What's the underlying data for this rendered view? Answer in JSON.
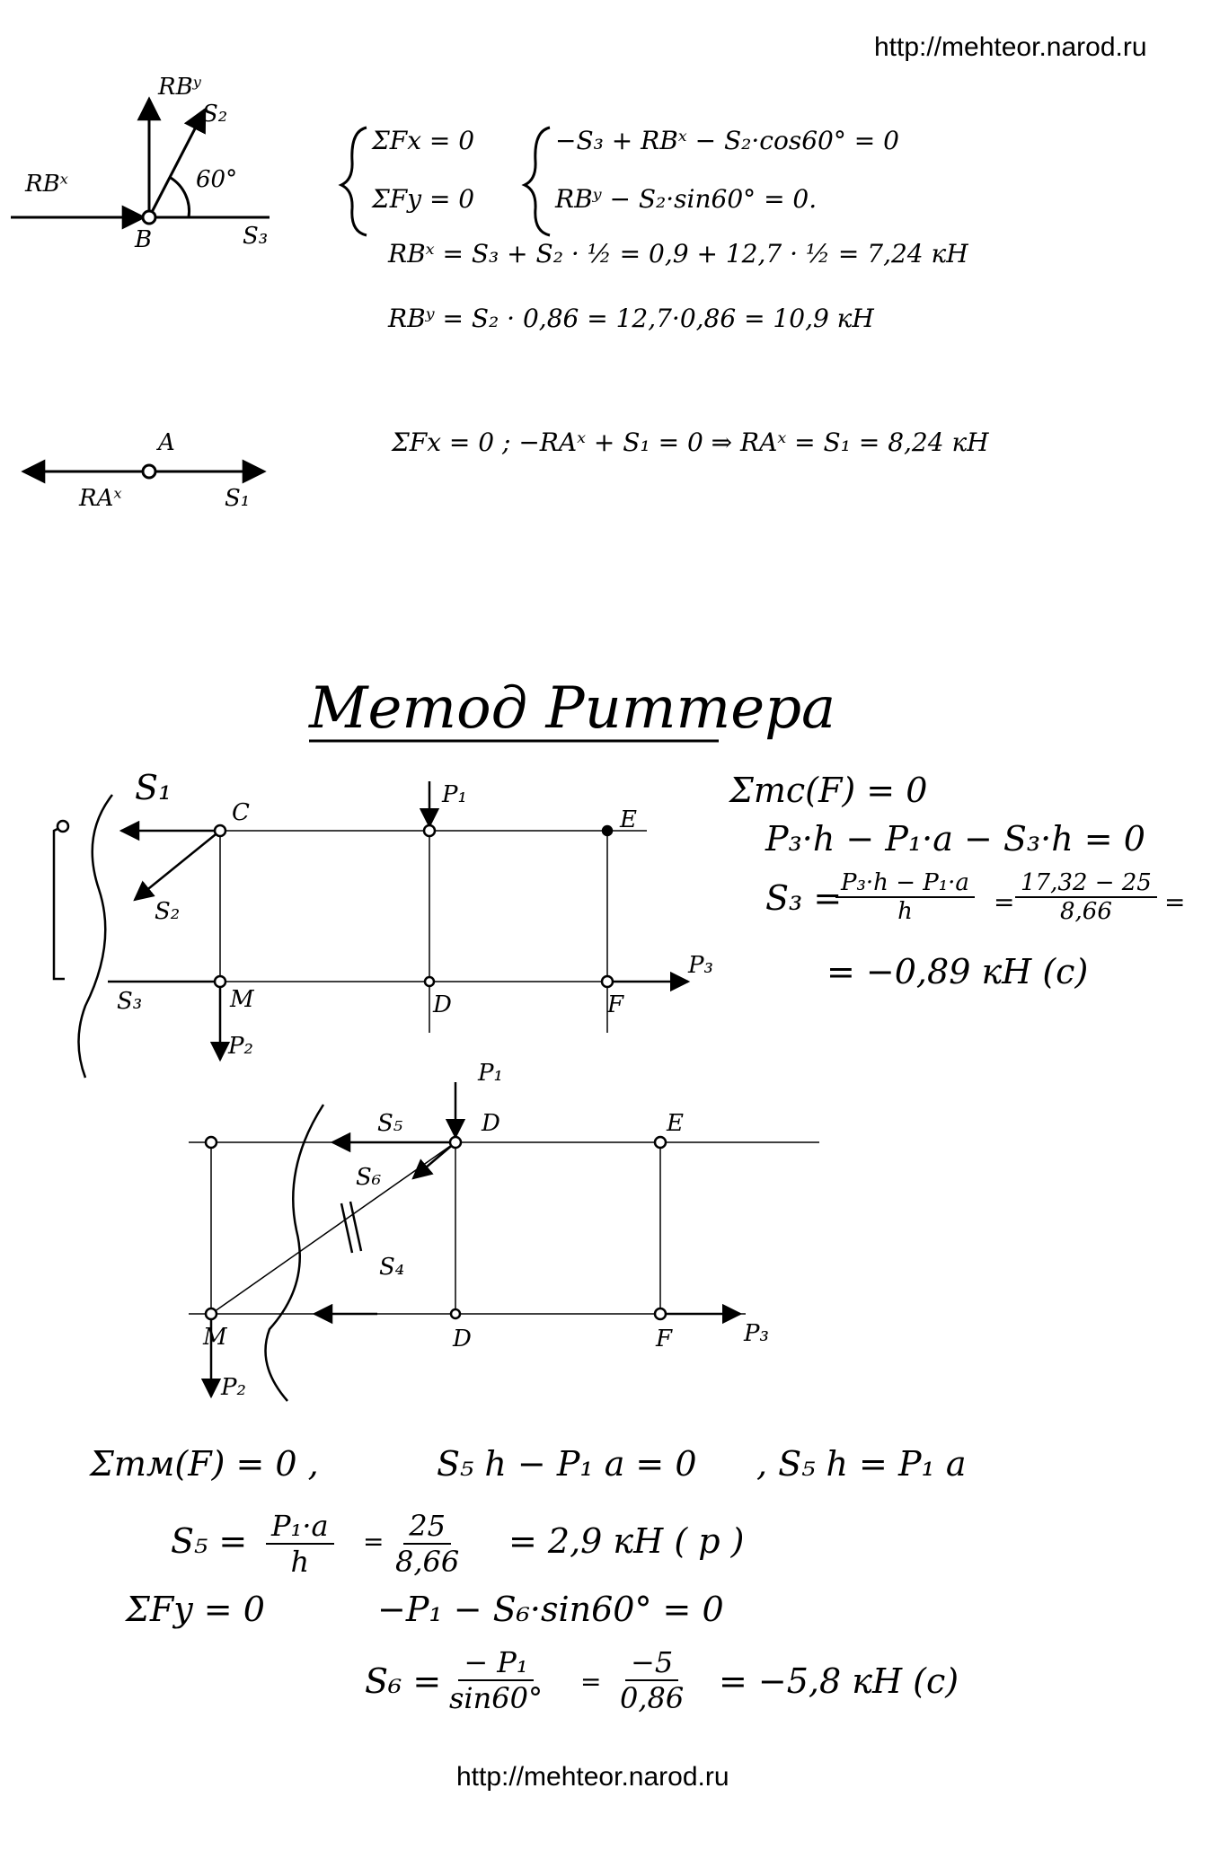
{
  "urls": {
    "top": "http://mehteor.narod.ru",
    "bottom": "http://mehteor.narod.ru"
  },
  "node_b": {
    "labels": {
      "rbx": "RBˣ",
      "rby": "RBʸ",
      "s2": "S₂",
      "s3": "S₃",
      "b": "B",
      "angle": "60°"
    },
    "eq1_left": "ΣFx = 0",
    "eq2_left": "ΣFy = 0",
    "eq1_right": "−S₃ + RBˣ − S₂·cos60° = 0",
    "eq2_right": "RBʸ − S₂·sin60° = 0.",
    "result_x": "RBˣ = S₃ + S₂ · ½ = 0,9 + 12,7 · ½ = 7,24 кН",
    "result_y": "RBʸ = S₂ · 0,86 = 12,7·0,86 = 10,9 кН"
  },
  "node_a": {
    "labels": {
      "a": "A",
      "rax": "RAˣ",
      "s1": "S₁"
    },
    "equation": "ΣFx = 0 ;  −RAˣ + S₁ = 0  ⇒  RAˣ = S₁ = 8,24 кН"
  },
  "ritter": {
    "title": "Метод Риттера",
    "diagram1_labels": {
      "s1": "S₁",
      "c": "C",
      "p1": "P₁",
      "e": "E",
      "s2": "S₂",
      "s3": "S₃",
      "m": "M",
      "d": "D",
      "f": "F",
      "p2": "P₂",
      "p3": "P₃"
    },
    "moment_c": "Σmс(F) = 0",
    "moment_c_eq": "P₃·h − P₁·a − S₃·h = 0",
    "s3_lhs": "S₃ =",
    "s3_num": "P₃·h − P₁·a",
    "s3_den": "h",
    "s3_eq": "=",
    "s3_num2": "17,32 − 25",
    "s3_den2": "8,66",
    "s3_eq2": "=",
    "s3_result": "= −0,89 кН (c)",
    "diagram2_labels": {
      "p1": "P₁",
      "s5": "S₅",
      "d": "D",
      "e": "E",
      "s6": "S₆",
      "s4": "S₄",
      "m": "M",
      "d_low": "D",
      "f": "F",
      "p3": "P₃",
      "p2": "P₂"
    },
    "moment_m": "Σmм(F) = 0 ,",
    "moment_m_eq": "S₅ h − P₁ a = 0",
    "moment_m_eq2": ",  S₅ h = P₁ a",
    "s5_lhs": "S₅ =",
    "s5_num": "P₁·a",
    "s5_den": "h",
    "s5_eq": "=",
    "s5_num2": "25",
    "s5_den2": "8,66",
    "s5_result": "= 2,9 кН ( p )",
    "fy_eq": "ΣFy = 0",
    "fy_eq2": "−P₁ − S₆·sin60° = 0",
    "s6_lhs": "S₆ =",
    "s6_num": "− P₁",
    "s6_den": "sin60°",
    "s6_eq": "=",
    "s6_num2": "−5",
    "s6_den2": "0,86",
    "s6_result": "= −5,8 кН (c)"
  }
}
